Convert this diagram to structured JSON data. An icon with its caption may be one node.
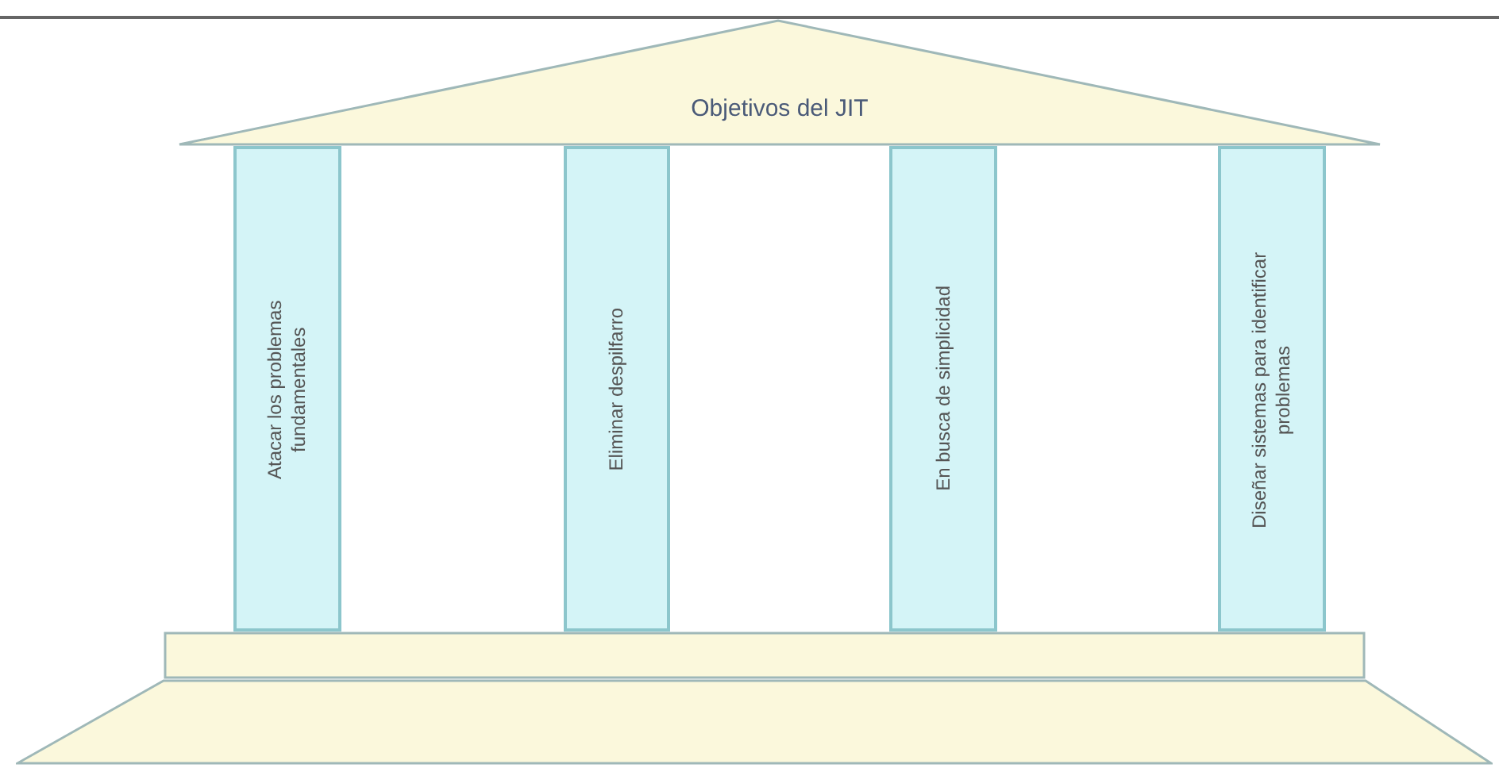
{
  "diagram": {
    "nodes": [
      {
        "text": [
          "Objetivos del JIT"
        ]
      },
      {
        "text": [
          "Atacar los problemas fundamentales"
        ]
      },
      {
        "text": [
          "Eliminar despilfarro"
        ]
      },
      {
        "text": [
          "En busca de simplicidad"
        ]
      },
      {
        "text": [
          "Diseñar sistemas para identificar problemas"
        ]
      },
      {
        "text": [],
        "shape": "bar"
      },
      {
        "text": [],
        "shape": "box"
      }
    ]
  }
}
